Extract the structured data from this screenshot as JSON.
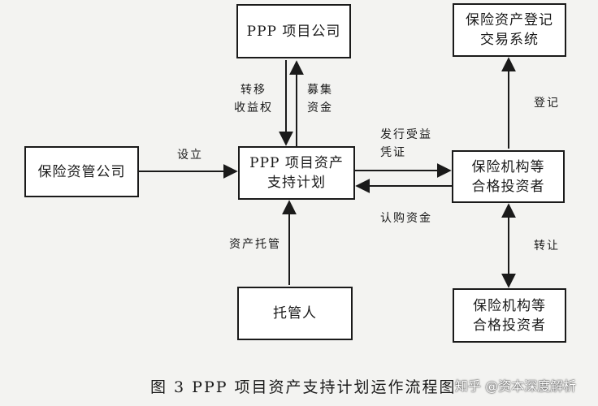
{
  "nodes": {
    "ppp_company": "PPP 项目公司",
    "registry": "保险资产登记\n交易系统",
    "asset_manager": "保险资管公司",
    "plan": "PPP 项目资产\n支持计划",
    "investors_top": "保险机构等\n合格投资者",
    "custodian": "托管人",
    "investors_bottom": "保险机构等\n合格投资者"
  },
  "edge_labels": {
    "transfer_income": "转移\n收益权",
    "raise_funds": "募集\n资金",
    "register": "登记",
    "setup": "设立",
    "issue_certificate": "发行受益\n凭证",
    "subscribe_funds": "认购资金",
    "custody": "资产托管",
    "transfer": "转让"
  },
  "caption": "图 3  PPP 项目资产支持计划运作流程图",
  "watermark": "知乎 @资本深度解析"
}
